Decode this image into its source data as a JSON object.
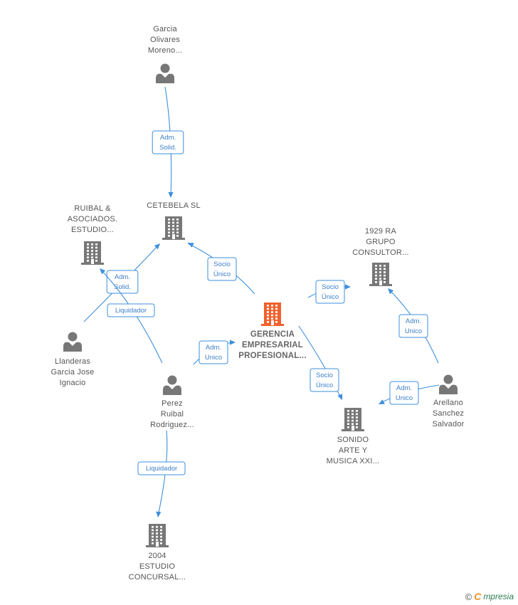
{
  "nodes": [
    {
      "id": "garcia",
      "kind": "person",
      "color": "#777777",
      "lines": [
        "Garcia",
        "Olivares",
        "Moreno..."
      ]
    },
    {
      "id": "cetebela",
      "kind": "company",
      "color": "#777777",
      "lines": [
        "CETEBELA  SL"
      ]
    },
    {
      "id": "ruibal_asoc",
      "kind": "company",
      "color": "#777777",
      "lines": [
        "RUIBAL &",
        "ASOCIADOS.",
        "ESTUDIO..."
      ]
    },
    {
      "id": "ra1929",
      "kind": "company",
      "color": "#777777",
      "lines": [
        "1929 RA",
        "GRUPO",
        "CONSULTOR..."
      ]
    },
    {
      "id": "gerencia",
      "kind": "company",
      "color": "#f0612d",
      "main": true,
      "lines": [
        "GERENCIA",
        "EMPRESARIAL",
        "PROFESIONAL..."
      ]
    },
    {
      "id": "llanderas",
      "kind": "person",
      "color": "#777777",
      "lines": [
        "Llanderas",
        "Garcia Jose",
        "Ignacio"
      ]
    },
    {
      "id": "perez",
      "kind": "person",
      "color": "#777777",
      "lines": [
        "Perez",
        "Ruibal",
        "Rodriguez..."
      ]
    },
    {
      "id": "arellano",
      "kind": "person",
      "color": "#777777",
      "lines": [
        "Arellano",
        "Sanchez",
        "Salvador"
      ]
    },
    {
      "id": "sonido",
      "kind": "company",
      "color": "#777777",
      "lines": [
        "SONIDO",
        "ARTE Y",
        "MUSICA XXI..."
      ]
    },
    {
      "id": "estudio2004",
      "kind": "company",
      "color": "#777777",
      "lines": [
        "2004",
        "ESTUDIO",
        "CONCURSAL..."
      ]
    }
  ],
  "edges": [
    {
      "id": "e1",
      "from": "garcia",
      "to": "cetebela",
      "label": [
        "Adm.",
        "Solid."
      ]
    },
    {
      "id": "e2",
      "from": "gerencia",
      "to": "cetebela",
      "label": [
        "Socio",
        "Único"
      ]
    },
    {
      "id": "e3",
      "from": "gerencia",
      "to": "ra1929",
      "label": [
        "Socio",
        "Único"
      ]
    },
    {
      "id": "e4",
      "from": "gerencia",
      "to": "sonido",
      "label": [
        "Socio",
        "Único"
      ]
    },
    {
      "id": "e5",
      "from": "perez",
      "to": "gerencia",
      "label": [
        "Adm.",
        "Unico"
      ]
    },
    {
      "id": "e6",
      "from": "llanderas",
      "to": "cetebela",
      "label": [
        "Adm.",
        "Solid."
      ]
    },
    {
      "id": "e7",
      "from": "perez",
      "to": "ruibal_asoc",
      "label": [
        "Liquidador"
      ]
    },
    {
      "id": "e8",
      "from": "perez",
      "to": "estudio2004",
      "label": [
        "Liquidador"
      ]
    },
    {
      "id": "e9",
      "from": "arellano",
      "to": "ra1929",
      "label": [
        "Adm.",
        "Unico"
      ]
    },
    {
      "id": "e10",
      "from": "arellano",
      "to": "sonido",
      "label": [
        "Adm.",
        "Unico"
      ]
    }
  ],
  "colors": {
    "edge": "#3d8fdc",
    "node": "#777777",
    "main_node": "#f0612d"
  },
  "footer": {
    "copyright": "©",
    "brand_initial": "C",
    "brand_rest": "mpresia"
  }
}
